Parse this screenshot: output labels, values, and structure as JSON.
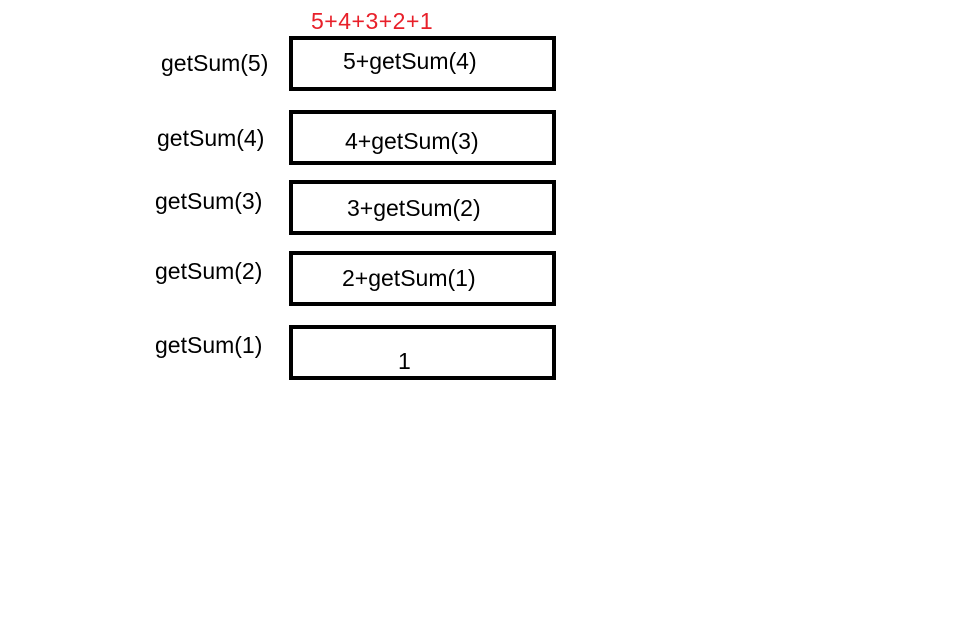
{
  "result": "5+4+3+2+1",
  "frames": [
    {
      "call": "getSum(5)",
      "expr": "5+getSum(4)"
    },
    {
      "call": "getSum(4)",
      "expr": "4+getSum(3)"
    },
    {
      "call": "getSum(3)",
      "expr": "3+getSum(2)"
    },
    {
      "call": "getSum(2)",
      "expr": "2+getSum(1)"
    },
    {
      "call": "getSum(1)",
      "expr": "1"
    }
  ],
  "colors": {
    "result": "#e8202a",
    "box_border": "#000000"
  }
}
